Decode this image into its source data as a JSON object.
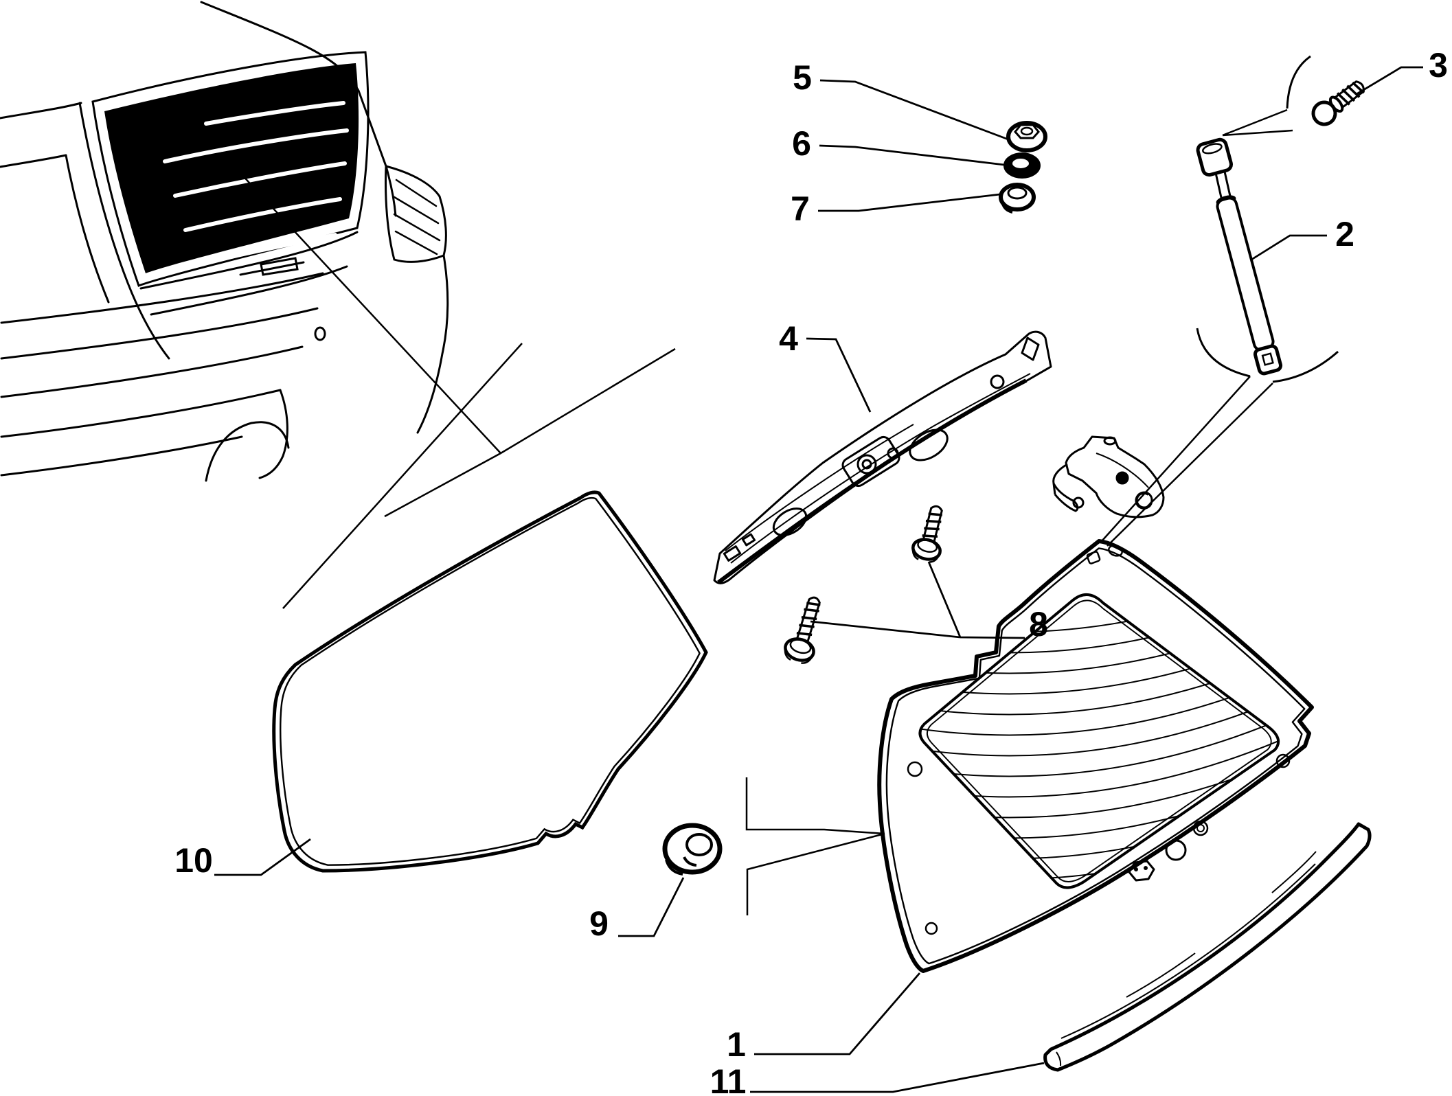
{
  "canvas": {
    "background": "#ffffff",
    "line_color": "#000000",
    "figure_type": "exploded-parts-diagram",
    "subject": "tailgate-rear-window-assembly"
  },
  "callouts": [
    {
      "label": "1",
      "part": "tailgate-glass-assembly"
    },
    {
      "label": "2",
      "part": "gas-strut"
    },
    {
      "label": "3",
      "part": "ball-stud-screw"
    },
    {
      "label": "4",
      "part": "upper-crossmember-panel"
    },
    {
      "label": "5",
      "part": "flange-nut"
    },
    {
      "label": "6",
      "part": "washer"
    },
    {
      "label": "7",
      "part": "grommet"
    },
    {
      "label": "8",
      "part": "hinge-bolts"
    },
    {
      "label": "9",
      "part": "bushing"
    },
    {
      "label": "10",
      "part": "weatherstrip-seal"
    },
    {
      "label": "11",
      "part": "lower-trim-strip"
    }
  ]
}
